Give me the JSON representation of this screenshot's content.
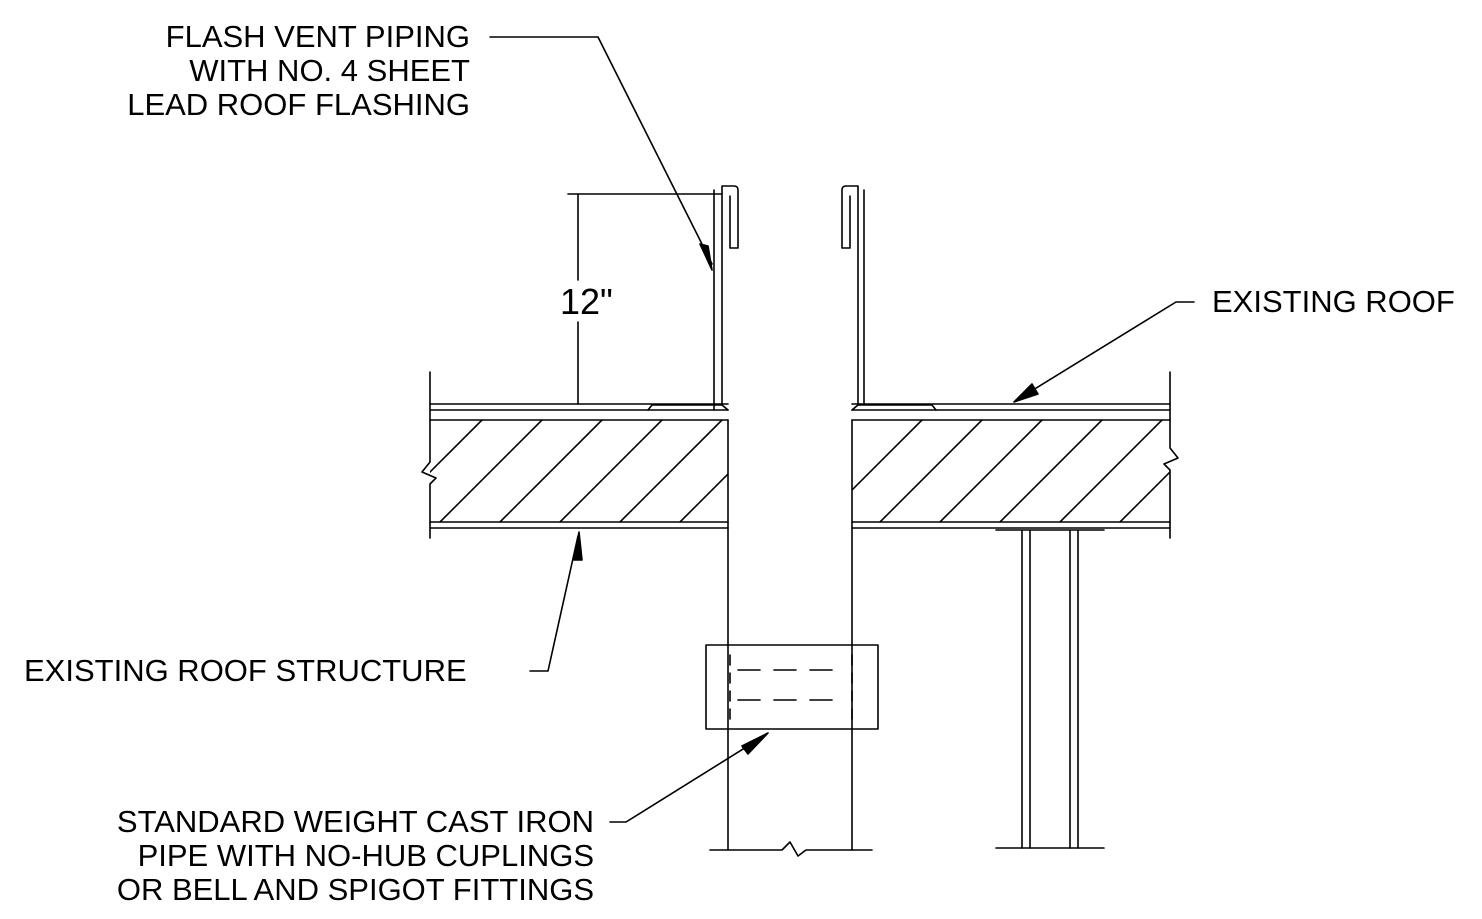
{
  "labels": {
    "flash_vent": {
      "lines": [
        "FLASH VENT PIPING",
        "WITH NO. 4 SHEET",
        "LEAD ROOF FLASHING"
      ]
    },
    "existing_roof": "EXISTING ROOF",
    "existing_roof_structure": "EXISTING ROOF STRUCTURE",
    "cast_iron": {
      "lines": [
        "STANDARD WEIGHT CAST IRON",
        "PIPE WITH NO-HUB CUPLINGS",
        "OR BELL AND SPIGOT FITTINGS"
      ]
    },
    "dimension": "12\""
  },
  "colors": {
    "ink": "#000000",
    "background": "#ffffff"
  }
}
